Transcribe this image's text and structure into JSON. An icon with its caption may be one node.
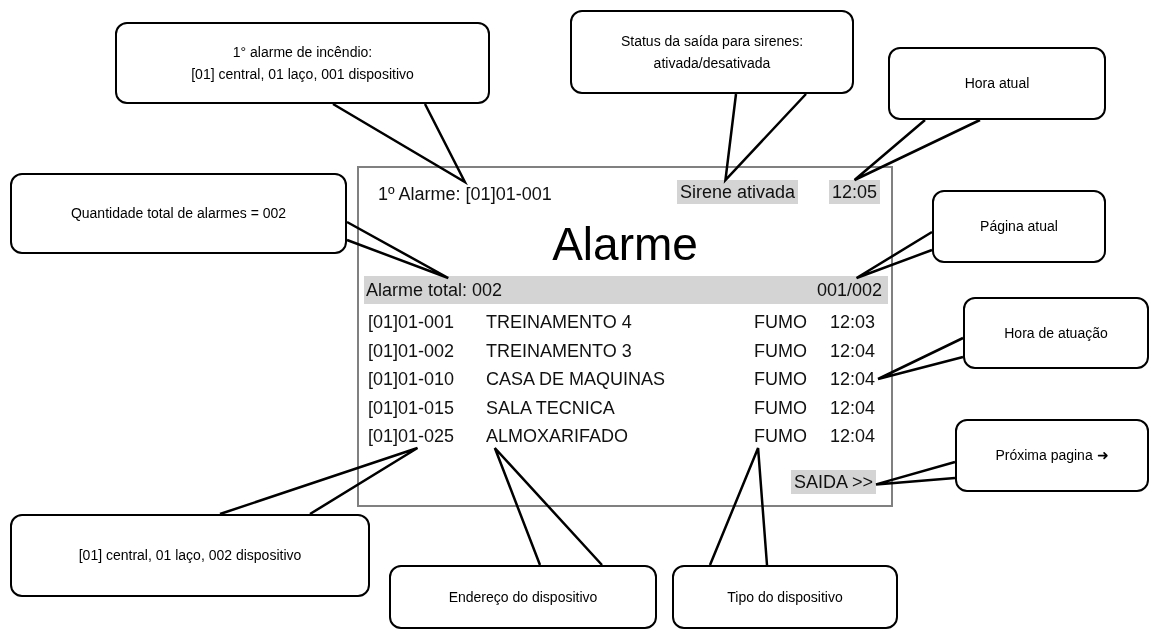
{
  "diagram": {
    "nodes": [
      {
        "text": [
          "1° alarme de incêndio:",
          "[01] central, 01 laço, 001 dispositivo"
        ]
      },
      {
        "text": [
          "Status da saída para sirenes:",
          "ativada/desativada"
        ]
      },
      {
        "text": [
          "Hora atual"
        ]
      },
      {
        "text": [
          "Quantidade total de alarmes = 002"
        ]
      },
      {
        "text": [
          "Página atual"
        ]
      },
      {
        "text": [
          "Alarme"
        ]
      },
      {
        "text": [
          "1º Alarme: [01]01-001"
        ],
        "in": 5
      },
      {
        "text": [
          "Sirene ativada"
        ],
        "in": 5
      },
      {
        "text": [
          "12:05"
        ],
        "in": 5
      },
      {
        "text": [
          "Alarme total: 002"
        ],
        "in": 5
      },
      {
        "text": [
          "001/002"
        ],
        "in": 5
      },
      {
        "text": [
          "[01]01-001"
        ],
        "in": 5
      },
      {
        "text": [
          "TREINAMENTO 4"
        ],
        "in": 5
      },
      {
        "text": [
          "FUMO"
        ],
        "in": 5
      },
      {
        "text": [
          "12:03"
        ],
        "in": 5
      },
      {
        "text": [
          "[01]01-002"
        ],
        "in": 5
      },
      {
        "text": [
          "TREINAMENTO 3"
        ],
        "in": 5
      },
      {
        "text": [
          "FUMO"
        ],
        "in": 5
      },
      {
        "text": [
          "12:04"
        ],
        "in": 5
      },
      {
        "text": [
          "[01]01-010"
        ],
        "in": 5
      },
      {
        "text": [
          "CASA DE MAQUINAS"
        ],
        "in": 5
      },
      {
        "text": [
          "FUMO"
        ],
        "in": 5
      },
      {
        "text": [
          "12:04"
        ],
        "in": 5
      },
      {
        "text": [
          "[01]01-015"
        ],
        "in": 5
      },
      {
        "text": [
          "SALA TECNICA"
        ],
        "in": 5
      },
      {
        "text": [
          "FUMO"
        ],
        "in": 5
      },
      {
        "text": [
          "12:04"
        ],
        "in": 5
      },
      {
        "text": [
          "[01]01-025"
        ],
        "in": 5
      },
      {
        "text": [
          "ALMOXARIFADO"
        ],
        "in": 5
      },
      {
        "text": [
          "FUMO"
        ],
        "in": 5
      },
      {
        "text": [
          "12:04"
        ],
        "in": 5
      },
      {
        "text": [
          "SAIDA >>"
        ],
        "in": 5
      },
      {
        "text": [
          "Hora de atuação"
        ]
      },
      {
        "text": [
          "Próxima pagina ➜"
        ]
      },
      {
        "text": [
          "[01] central, 01 laço, 002 dispositivo"
        ]
      },
      {
        "text": [
          "Endereço do dispositivo"
        ]
      },
      {
        "text": [
          "Tipo do dispositivo"
        ]
      }
    ],
    "edges": [
      {
        "from": 0,
        "to": 6,
        "arrow": "none"
      },
      {
        "from": 1,
        "to": 7,
        "arrow": "none"
      },
      {
        "from": 2,
        "to": 8,
        "arrow": "none"
      },
      {
        "from": 3,
        "to": 9,
        "arrow": "none"
      },
      {
        "from": 4,
        "to": 10,
        "arrow": "none"
      },
      {
        "from": 32,
        "to": 22,
        "arrow": "none"
      },
      {
        "from": 33,
        "to": 31,
        "arrow": "none"
      },
      {
        "from": 34,
        "to": 27,
        "arrow": "none"
      },
      {
        "from": 35,
        "to": 28,
        "arrow": "none"
      },
      {
        "from": 36,
        "to": 29,
        "arrow": "none"
      }
    ]
  }
}
